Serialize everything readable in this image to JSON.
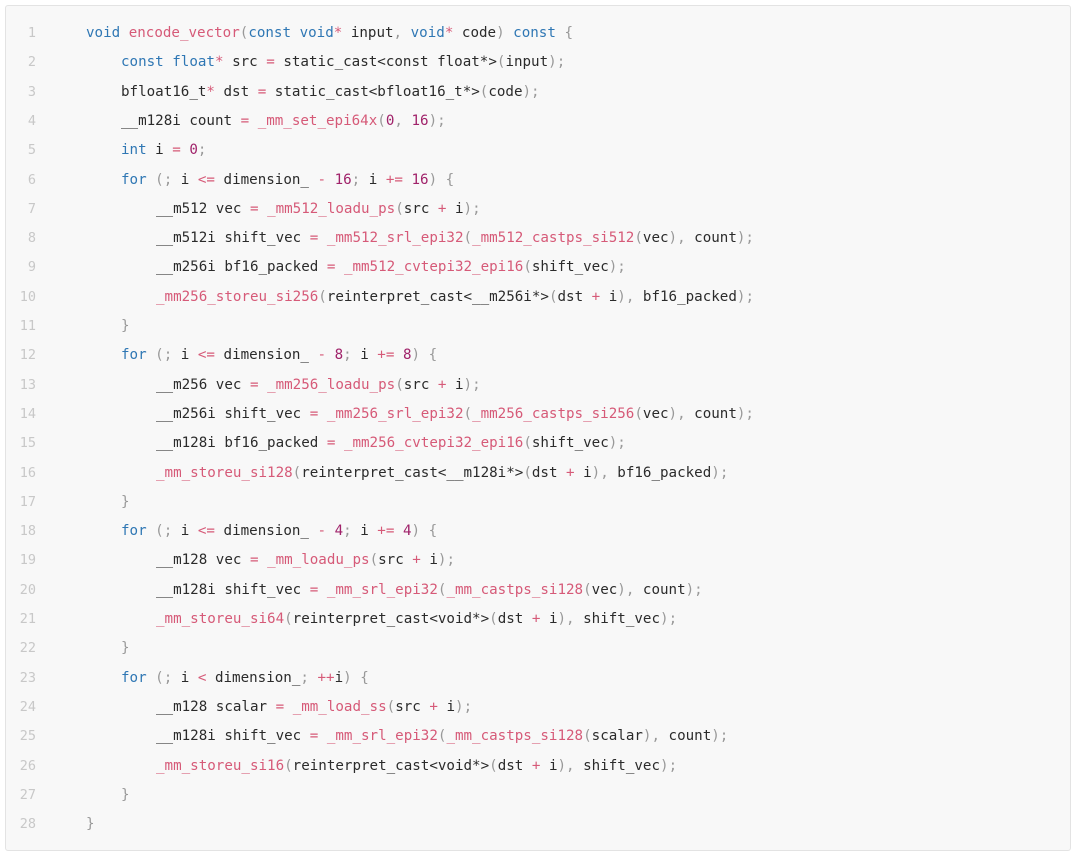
{
  "colors": {
    "keyword": "#2f77b4",
    "intrinsic": "#d65a78",
    "number": "#a0226a",
    "operator": "#d65a78",
    "punct": "#999999",
    "plain": "#2b2b2b",
    "line_number": "#c8c8c8"
  },
  "lines": [
    {
      "n": "1",
      "indent": 0,
      "tokens": [
        [
          "k",
          "void"
        ],
        [
          "t",
          " "
        ],
        [
          "f",
          "encode_vector"
        ],
        [
          "p",
          "("
        ],
        [
          "k",
          "const"
        ],
        [
          "t",
          " "
        ],
        [
          "k",
          "void"
        ],
        [
          "o",
          "*"
        ],
        [
          "t",
          " input"
        ],
        [
          "p",
          ","
        ],
        [
          "t",
          " "
        ],
        [
          "k",
          "void"
        ],
        [
          "o",
          "*"
        ],
        [
          "t",
          " code"
        ],
        [
          "p",
          ")"
        ],
        [
          "t",
          " "
        ],
        [
          "k",
          "const"
        ],
        [
          "t",
          " "
        ],
        [
          "p",
          "{"
        ]
      ]
    },
    {
      "n": "2",
      "indent": 1,
      "tokens": [
        [
          "k",
          "const"
        ],
        [
          "t",
          " "
        ],
        [
          "k",
          "float"
        ],
        [
          "o",
          "*"
        ],
        [
          "t",
          " src "
        ],
        [
          "o",
          "="
        ],
        [
          "t",
          " static_cast<const float*>"
        ],
        [
          "p",
          "("
        ],
        [
          "t",
          "input"
        ],
        [
          "p",
          ")"
        ],
        [
          "p",
          ";"
        ]
      ]
    },
    {
      "n": "3",
      "indent": 1,
      "tokens": [
        [
          "t",
          "bfloat16_t"
        ],
        [
          "o",
          "*"
        ],
        [
          "t",
          " dst "
        ],
        [
          "o",
          "="
        ],
        [
          "t",
          " static_cast<bfloat16_t*>"
        ],
        [
          "p",
          "("
        ],
        [
          "t",
          "code"
        ],
        [
          "p",
          ")"
        ],
        [
          "p",
          ";"
        ]
      ]
    },
    {
      "n": "4",
      "indent": 1,
      "tokens": [
        [
          "t",
          "__m128i count "
        ],
        [
          "o",
          "="
        ],
        [
          "t",
          " "
        ],
        [
          "f",
          "_mm_set_epi64x"
        ],
        [
          "p",
          "("
        ],
        [
          "n",
          "0"
        ],
        [
          "p",
          ","
        ],
        [
          "t",
          " "
        ],
        [
          "n",
          "16"
        ],
        [
          "p",
          ")"
        ],
        [
          "p",
          ";"
        ]
      ]
    },
    {
      "n": "5",
      "indent": 1,
      "tokens": [
        [
          "k",
          "int"
        ],
        [
          "t",
          " i "
        ],
        [
          "o",
          "="
        ],
        [
          "t",
          " "
        ],
        [
          "n",
          "0"
        ],
        [
          "p",
          ";"
        ]
      ]
    },
    {
      "n": "6",
      "indent": 1,
      "tokens": [
        [
          "k",
          "for"
        ],
        [
          "t",
          " "
        ],
        [
          "p",
          "("
        ],
        [
          "p",
          ";"
        ],
        [
          "t",
          " i "
        ],
        [
          "o",
          "<="
        ],
        [
          "t",
          " dimension_ "
        ],
        [
          "o",
          "-"
        ],
        [
          "t",
          " "
        ],
        [
          "n",
          "16"
        ],
        [
          "p",
          ";"
        ],
        [
          "t",
          " i "
        ],
        [
          "o",
          "+="
        ],
        [
          "t",
          " "
        ],
        [
          "n",
          "16"
        ],
        [
          "p",
          ")"
        ],
        [
          "t",
          " "
        ],
        [
          "p",
          "{"
        ]
      ]
    },
    {
      "n": "7",
      "indent": 2,
      "tokens": [
        [
          "t",
          "__m512 vec "
        ],
        [
          "o",
          "="
        ],
        [
          "t",
          " "
        ],
        [
          "f",
          "_mm512_loadu_ps"
        ],
        [
          "p",
          "("
        ],
        [
          "t",
          "src "
        ],
        [
          "o",
          "+"
        ],
        [
          "t",
          " i"
        ],
        [
          "p",
          ")"
        ],
        [
          "p",
          ";"
        ]
      ]
    },
    {
      "n": "8",
      "indent": 2,
      "tokens": [
        [
          "t",
          "__m512i shift_vec "
        ],
        [
          "o",
          "="
        ],
        [
          "t",
          " "
        ],
        [
          "f",
          "_mm512_srl_epi32"
        ],
        [
          "p",
          "("
        ],
        [
          "f",
          "_mm512_castps_si512"
        ],
        [
          "p",
          "("
        ],
        [
          "t",
          "vec"
        ],
        [
          "p",
          ")"
        ],
        [
          "p",
          ","
        ],
        [
          "t",
          " count"
        ],
        [
          "p",
          ")"
        ],
        [
          "p",
          ";"
        ]
      ]
    },
    {
      "n": "9",
      "indent": 2,
      "tokens": [
        [
          "t",
          "__m256i bf16_packed "
        ],
        [
          "o",
          "="
        ],
        [
          "t",
          " "
        ],
        [
          "f",
          "_mm512_cvtepi32_epi16"
        ],
        [
          "p",
          "("
        ],
        [
          "t",
          "shift_vec"
        ],
        [
          "p",
          ")"
        ],
        [
          "p",
          ";"
        ]
      ]
    },
    {
      "n": "10",
      "indent": 2,
      "tokens": [
        [
          "f",
          "_mm256_storeu_si256"
        ],
        [
          "p",
          "("
        ],
        [
          "t",
          "reinterpret_cast<__m256i*>"
        ],
        [
          "p",
          "("
        ],
        [
          "t",
          "dst "
        ],
        [
          "o",
          "+"
        ],
        [
          "t",
          " i"
        ],
        [
          "p",
          ")"
        ],
        [
          "p",
          ","
        ],
        [
          "t",
          " bf16_packed"
        ],
        [
          "p",
          ")"
        ],
        [
          "p",
          ";"
        ]
      ]
    },
    {
      "n": "11",
      "indent": 1,
      "tokens": [
        [
          "p",
          "}"
        ]
      ]
    },
    {
      "n": "12",
      "indent": 1,
      "tokens": [
        [
          "k",
          "for"
        ],
        [
          "t",
          " "
        ],
        [
          "p",
          "("
        ],
        [
          "p",
          ";"
        ],
        [
          "t",
          " i "
        ],
        [
          "o",
          "<="
        ],
        [
          "t",
          " dimension_ "
        ],
        [
          "o",
          "-"
        ],
        [
          "t",
          " "
        ],
        [
          "n",
          "8"
        ],
        [
          "p",
          ";"
        ],
        [
          "t",
          " i "
        ],
        [
          "o",
          "+="
        ],
        [
          "t",
          " "
        ],
        [
          "n",
          "8"
        ],
        [
          "p",
          ")"
        ],
        [
          "t",
          " "
        ],
        [
          "p",
          "{"
        ]
      ]
    },
    {
      "n": "13",
      "indent": 2,
      "tokens": [
        [
          "t",
          "__m256 vec "
        ],
        [
          "o",
          "="
        ],
        [
          "t",
          " "
        ],
        [
          "f",
          "_mm256_loadu_ps"
        ],
        [
          "p",
          "("
        ],
        [
          "t",
          "src "
        ],
        [
          "o",
          "+"
        ],
        [
          "t",
          " i"
        ],
        [
          "p",
          ")"
        ],
        [
          "p",
          ";"
        ]
      ]
    },
    {
      "n": "14",
      "indent": 2,
      "tokens": [
        [
          "t",
          "__m256i shift_vec "
        ],
        [
          "o",
          "="
        ],
        [
          "t",
          " "
        ],
        [
          "f",
          "_mm256_srl_epi32"
        ],
        [
          "p",
          "("
        ],
        [
          "f",
          "_mm256_castps_si256"
        ],
        [
          "p",
          "("
        ],
        [
          "t",
          "vec"
        ],
        [
          "p",
          ")"
        ],
        [
          "p",
          ","
        ],
        [
          "t",
          " count"
        ],
        [
          "p",
          ")"
        ],
        [
          "p",
          ";"
        ]
      ]
    },
    {
      "n": "15",
      "indent": 2,
      "tokens": [
        [
          "t",
          "__m128i bf16_packed "
        ],
        [
          "o",
          "="
        ],
        [
          "t",
          " "
        ],
        [
          "f",
          "_mm256_cvtepi32_epi16"
        ],
        [
          "p",
          "("
        ],
        [
          "t",
          "shift_vec"
        ],
        [
          "p",
          ")"
        ],
        [
          "p",
          ";"
        ]
      ]
    },
    {
      "n": "16",
      "indent": 2,
      "tokens": [
        [
          "f",
          "_mm_storeu_si128"
        ],
        [
          "p",
          "("
        ],
        [
          "t",
          "reinterpret_cast<__m128i*>"
        ],
        [
          "p",
          "("
        ],
        [
          "t",
          "dst "
        ],
        [
          "o",
          "+"
        ],
        [
          "t",
          " i"
        ],
        [
          "p",
          ")"
        ],
        [
          "p",
          ","
        ],
        [
          "t",
          " bf16_packed"
        ],
        [
          "p",
          ")"
        ],
        [
          "p",
          ";"
        ]
      ]
    },
    {
      "n": "17",
      "indent": 1,
      "tokens": [
        [
          "p",
          "}"
        ]
      ]
    },
    {
      "n": "18",
      "indent": 1,
      "tokens": [
        [
          "k",
          "for"
        ],
        [
          "t",
          " "
        ],
        [
          "p",
          "("
        ],
        [
          "p",
          ";"
        ],
        [
          "t",
          " i "
        ],
        [
          "o",
          "<="
        ],
        [
          "t",
          " dimension_ "
        ],
        [
          "o",
          "-"
        ],
        [
          "t",
          " "
        ],
        [
          "n",
          "4"
        ],
        [
          "p",
          ";"
        ],
        [
          "t",
          " i "
        ],
        [
          "o",
          "+="
        ],
        [
          "t",
          " "
        ],
        [
          "n",
          "4"
        ],
        [
          "p",
          ")"
        ],
        [
          "t",
          " "
        ],
        [
          "p",
          "{"
        ]
      ]
    },
    {
      "n": "19",
      "indent": 2,
      "tokens": [
        [
          "t",
          "__m128 vec "
        ],
        [
          "o",
          "="
        ],
        [
          "t",
          " "
        ],
        [
          "f",
          "_mm_loadu_ps"
        ],
        [
          "p",
          "("
        ],
        [
          "t",
          "src "
        ],
        [
          "o",
          "+"
        ],
        [
          "t",
          " i"
        ],
        [
          "p",
          ")"
        ],
        [
          "p",
          ";"
        ]
      ]
    },
    {
      "n": "20",
      "indent": 2,
      "tokens": [
        [
          "t",
          "__m128i shift_vec "
        ],
        [
          "o",
          "="
        ],
        [
          "t",
          " "
        ],
        [
          "f",
          "_mm_srl_epi32"
        ],
        [
          "p",
          "("
        ],
        [
          "f",
          "_mm_castps_si128"
        ],
        [
          "p",
          "("
        ],
        [
          "t",
          "vec"
        ],
        [
          "p",
          ")"
        ],
        [
          "p",
          ","
        ],
        [
          "t",
          " count"
        ],
        [
          "p",
          ")"
        ],
        [
          "p",
          ";"
        ]
      ]
    },
    {
      "n": "21",
      "indent": 2,
      "tokens": [
        [
          "f",
          "_mm_storeu_si64"
        ],
        [
          "p",
          "("
        ],
        [
          "t",
          "reinterpret_cast<void*>"
        ],
        [
          "p",
          "("
        ],
        [
          "t",
          "dst "
        ],
        [
          "o",
          "+"
        ],
        [
          "t",
          " i"
        ],
        [
          "p",
          ")"
        ],
        [
          "p",
          ","
        ],
        [
          "t",
          " shift_vec"
        ],
        [
          "p",
          ")"
        ],
        [
          "p",
          ";"
        ]
      ]
    },
    {
      "n": "22",
      "indent": 1,
      "tokens": [
        [
          "p",
          "}"
        ]
      ]
    },
    {
      "n": "23",
      "indent": 1,
      "tokens": [
        [
          "k",
          "for"
        ],
        [
          "t",
          " "
        ],
        [
          "p",
          "("
        ],
        [
          "p",
          ";"
        ],
        [
          "t",
          " i "
        ],
        [
          "o",
          "<"
        ],
        [
          "t",
          " dimension_"
        ],
        [
          "p",
          ";"
        ],
        [
          "t",
          " "
        ],
        [
          "o",
          "++"
        ],
        [
          "t",
          "i"
        ],
        [
          "p",
          ")"
        ],
        [
          "t",
          " "
        ],
        [
          "p",
          "{"
        ]
      ]
    },
    {
      "n": "24",
      "indent": 2,
      "tokens": [
        [
          "t",
          "__m128 scalar "
        ],
        [
          "o",
          "="
        ],
        [
          "t",
          " "
        ],
        [
          "f",
          "_mm_load_ss"
        ],
        [
          "p",
          "("
        ],
        [
          "t",
          "src "
        ],
        [
          "o",
          "+"
        ],
        [
          "t",
          " i"
        ],
        [
          "p",
          ")"
        ],
        [
          "p",
          ";"
        ]
      ]
    },
    {
      "n": "25",
      "indent": 2,
      "tokens": [
        [
          "t",
          "__m128i shift_vec "
        ],
        [
          "o",
          "="
        ],
        [
          "t",
          " "
        ],
        [
          "f",
          "_mm_srl_epi32"
        ],
        [
          "p",
          "("
        ],
        [
          "f",
          "_mm_castps_si128"
        ],
        [
          "p",
          "("
        ],
        [
          "t",
          "scalar"
        ],
        [
          "p",
          ")"
        ],
        [
          "p",
          ","
        ],
        [
          "t",
          " count"
        ],
        [
          "p",
          ")"
        ],
        [
          "p",
          ";"
        ]
      ]
    },
    {
      "n": "26",
      "indent": 2,
      "tokens": [
        [
          "f",
          "_mm_storeu_si16"
        ],
        [
          "p",
          "("
        ],
        [
          "t",
          "reinterpret_cast<void*>"
        ],
        [
          "p",
          "("
        ],
        [
          "t",
          "dst "
        ],
        [
          "o",
          "+"
        ],
        [
          "t",
          " i"
        ],
        [
          "p",
          ")"
        ],
        [
          "p",
          ","
        ],
        [
          "t",
          " shift_vec"
        ],
        [
          "p",
          ")"
        ],
        [
          "p",
          ";"
        ]
      ]
    },
    {
      "n": "27",
      "indent": 1,
      "tokens": [
        [
          "p",
          "}"
        ]
      ]
    },
    {
      "n": "28",
      "indent": 0,
      "tokens": [
        [
          "p",
          "}"
        ]
      ]
    }
  ]
}
